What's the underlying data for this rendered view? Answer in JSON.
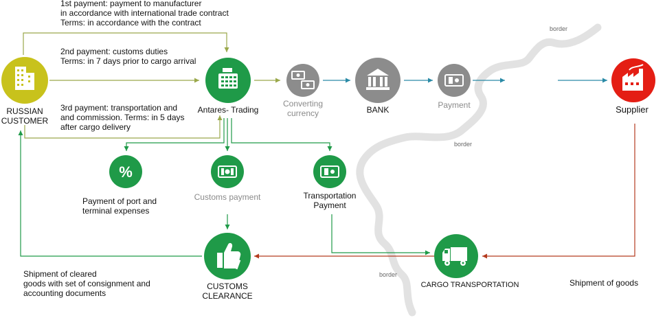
{
  "colors": {
    "customer": "#c8c21c",
    "green": "#1f9a48",
    "gray": "#8c8c8c",
    "supplier": "#e41e14",
    "teal": "#2a8aa6",
    "red_line": "#b43a1e",
    "olive_line": "#9aa84a",
    "border_gray": "#e2e2e2"
  },
  "notes": {
    "payment1": [
      "1st payment: payment to manufacturer",
      "in accordance with international trade contract",
      "Terms: in accordance with the contract"
    ],
    "payment2": [
      "2nd payment: customs duties",
      "Terms: in 7 days prior to cargo arrival"
    ],
    "payment3": [
      "3rd payment: transportation and",
      "and commission. Terms: in 5 days",
      "after cargo delivery"
    ]
  },
  "nodes": {
    "customer": {
      "label": [
        "RUSSIAN",
        "CUSTOMER"
      ],
      "icon": "building-icon"
    },
    "antares": {
      "label": "Antares- Trading",
      "icon": "cash-register-icon"
    },
    "converting": {
      "label": [
        "Converting",
        "currency"
      ],
      "icon": "currency-exchange-icon"
    },
    "bank": {
      "label": "BANK",
      "icon": "bank-icon"
    },
    "payment": {
      "label": "Payment",
      "icon": "banknote-icon"
    },
    "supplier": {
      "label": "Supplier",
      "icon": "factory-icon"
    },
    "port": {
      "label": [
        "Payment of port and",
        "terminal expenses"
      ],
      "icon": "percent-icon"
    },
    "customs_payment": {
      "label": "Customs payment",
      "icon": "banknote-icon"
    },
    "transport_payment": {
      "label": [
        "Transportation",
        "Payment"
      ],
      "icon": "banknote-icon"
    },
    "customs_clearance": {
      "label": [
        "CUSTOMS",
        "CLEARANCE"
      ],
      "icon": "thumbs-up-icon"
    },
    "cargo": {
      "label": "CARGO TRANSPORTATION",
      "icon": "truck-icon"
    }
  },
  "flows": {
    "shipment_cleared": [
      "Shipment of cleared",
      "goods with set of consignment and",
      "accounting documents"
    ],
    "shipment_goods": "Shipment of goods"
  },
  "border_labels": [
    "border",
    "border",
    "border"
  ]
}
